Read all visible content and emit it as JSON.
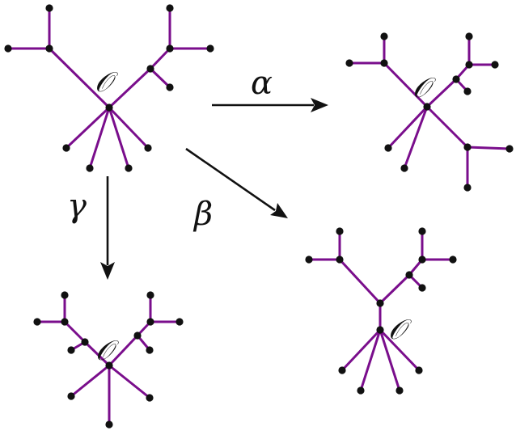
{
  "colors": {
    "edge": "#7a0e8c",
    "node": "#111111",
    "arrow": "#111111"
  },
  "trees": {
    "source": {
      "root_label": "𝒪"
    },
    "alpha_result": {
      "root_label": "𝒪"
    },
    "beta_result": {
      "root_label": "𝒪"
    },
    "gamma_result": {
      "root_label": "𝒪"
    }
  },
  "arrows": {
    "alpha": {
      "label": "α"
    },
    "beta": {
      "label": "β"
    },
    "gamma": {
      "label": "γ"
    }
  }
}
